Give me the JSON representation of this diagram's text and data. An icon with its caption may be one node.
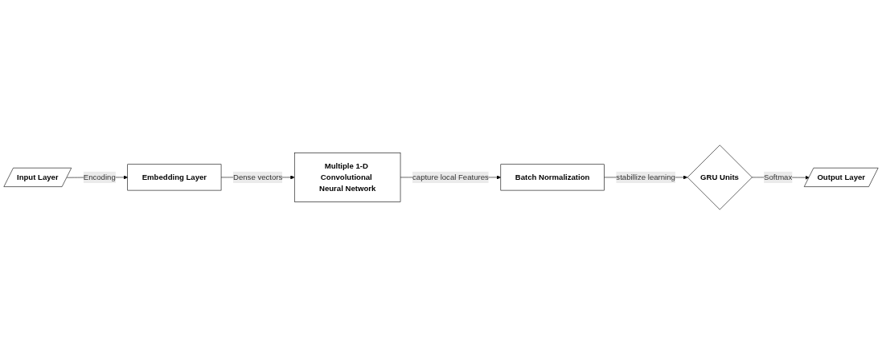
{
  "diagram": {
    "nodes": [
      {
        "text": [
          "Input Layer"
        ]
      },
      {
        "text": [
          "Embedding Layer"
        ]
      },
      {
        "text": [
          "Multiple 1-D Convolutional Neural Network"
        ]
      },
      {
        "text": [
          "Batch Normalization"
        ]
      },
      {
        "text": [
          "GRU Units"
        ]
      },
      {
        "text": [
          "Output Layer"
        ]
      }
    ],
    "edges": [
      {
        "from": 0,
        "to": 1,
        "arrow": "to",
        "label": "Encoding"
      },
      {
        "from": 1,
        "to": 2,
        "arrow": "to",
        "label": "Dense vectors"
      },
      {
        "from": 2,
        "to": 3,
        "arrow": "to",
        "label": "capture local Features"
      },
      {
        "from": 3,
        "to": 4,
        "arrow": "to",
        "label": "stabillize learning"
      },
      {
        "from": 4,
        "to": 5,
        "arrow": "to",
        "label": "Softmax"
      }
    ]
  }
}
